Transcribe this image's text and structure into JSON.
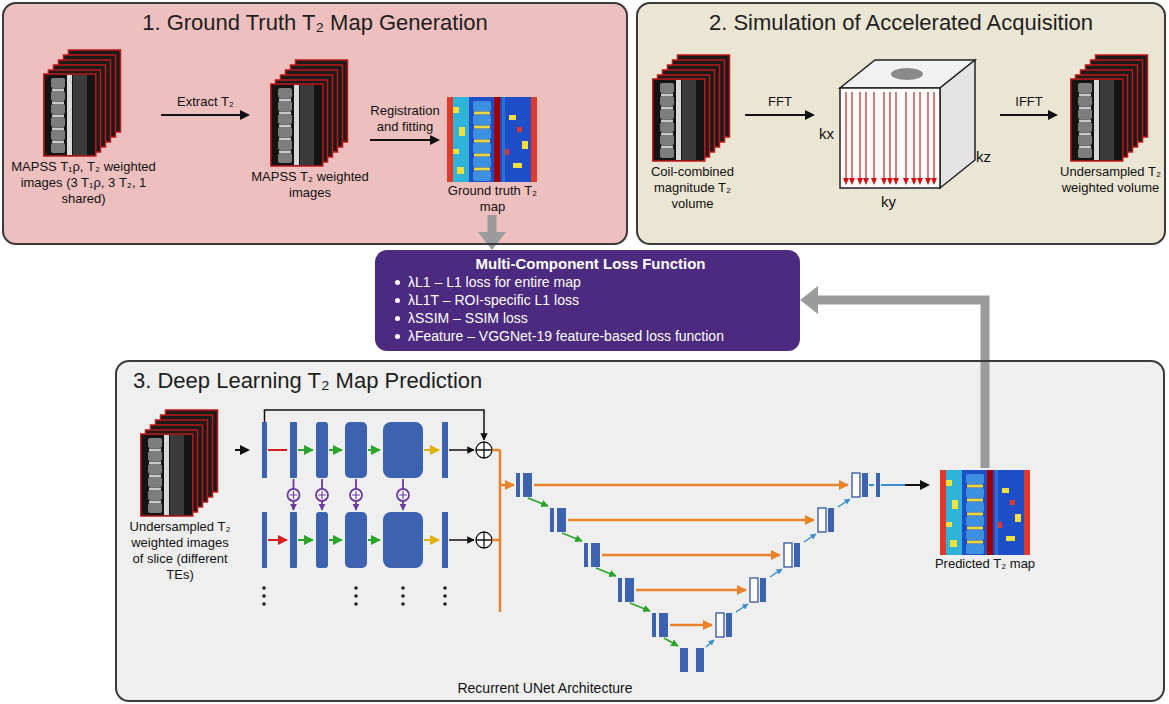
{
  "diagram": {
    "nodes": [
      {
        "text": [
          "1. Ground Truth T₂ Map Generation"
        ]
      },
      {
        "text": [
          "MAPSS T₁ρ, T₂ weighted images (3 T₁ρ, 3 T₂, 1 shared)"
        ],
        "in": 0
      },
      {
        "text": [
          "MAPSS T₂ weighted images"
        ],
        "in": 0
      },
      {
        "text": [
          "Ground truth T₂ map"
        ],
        "in": 0
      },
      {
        "text": [
          "2. Simulation of Accelerated Acquisition"
        ]
      },
      {
        "text": [
          "Coil-combined magnitude T₂ volume"
        ],
        "in": 4
      },
      {
        "text": [
          "kx",
          "ky",
          "kz"
        ],
        "in": 4
      },
      {
        "text": [
          "Undersampled T₂ weighted volume"
        ],
        "in": 4
      },
      {
        "text": [
          "Multi-Component Loss Function",
          "λL1 – L1 loss for entire map",
          "λL1T – ROI-specific L1 loss",
          "λSSIM – SSIM loss",
          "λFeature – VGGNet-19 feature-based loss function"
        ]
      },
      {
        "text": [
          "3. Deep Learning T₂ Map Prediction"
        ]
      },
      {
        "text": [
          "Undersampled T₂ weighted images of slice (different TEs)"
        ],
        "in": 9
      },
      {
        "text": [
          "Recurrent UNet Architecture"
        ],
        "in": 9
      },
      {
        "text": [
          "Predicted T₂ map"
        ],
        "in": 9
      }
    ],
    "edges": [
      {
        "from": 1,
        "to": 2,
        "arrow": "to",
        "label": "Extract T₂"
      },
      {
        "from": 2,
        "to": 3,
        "arrow": "to",
        "label": "Registration and fitting"
      },
      {
        "from": 5,
        "to": 6,
        "arrow": "to",
        "label": "FFT"
      },
      {
        "from": 6,
        "to": 7,
        "arrow": "to",
        "label": "IFFT"
      },
      {
        "from": 3,
        "to": 8,
        "arrow": "to"
      },
      {
        "from": 10,
        "to": 11,
        "arrow": "to"
      },
      {
        "from": 11,
        "to": 12,
        "arrow": "to"
      },
      {
        "from": 12,
        "to": 8,
        "arrow": "to"
      }
    ]
  }
}
